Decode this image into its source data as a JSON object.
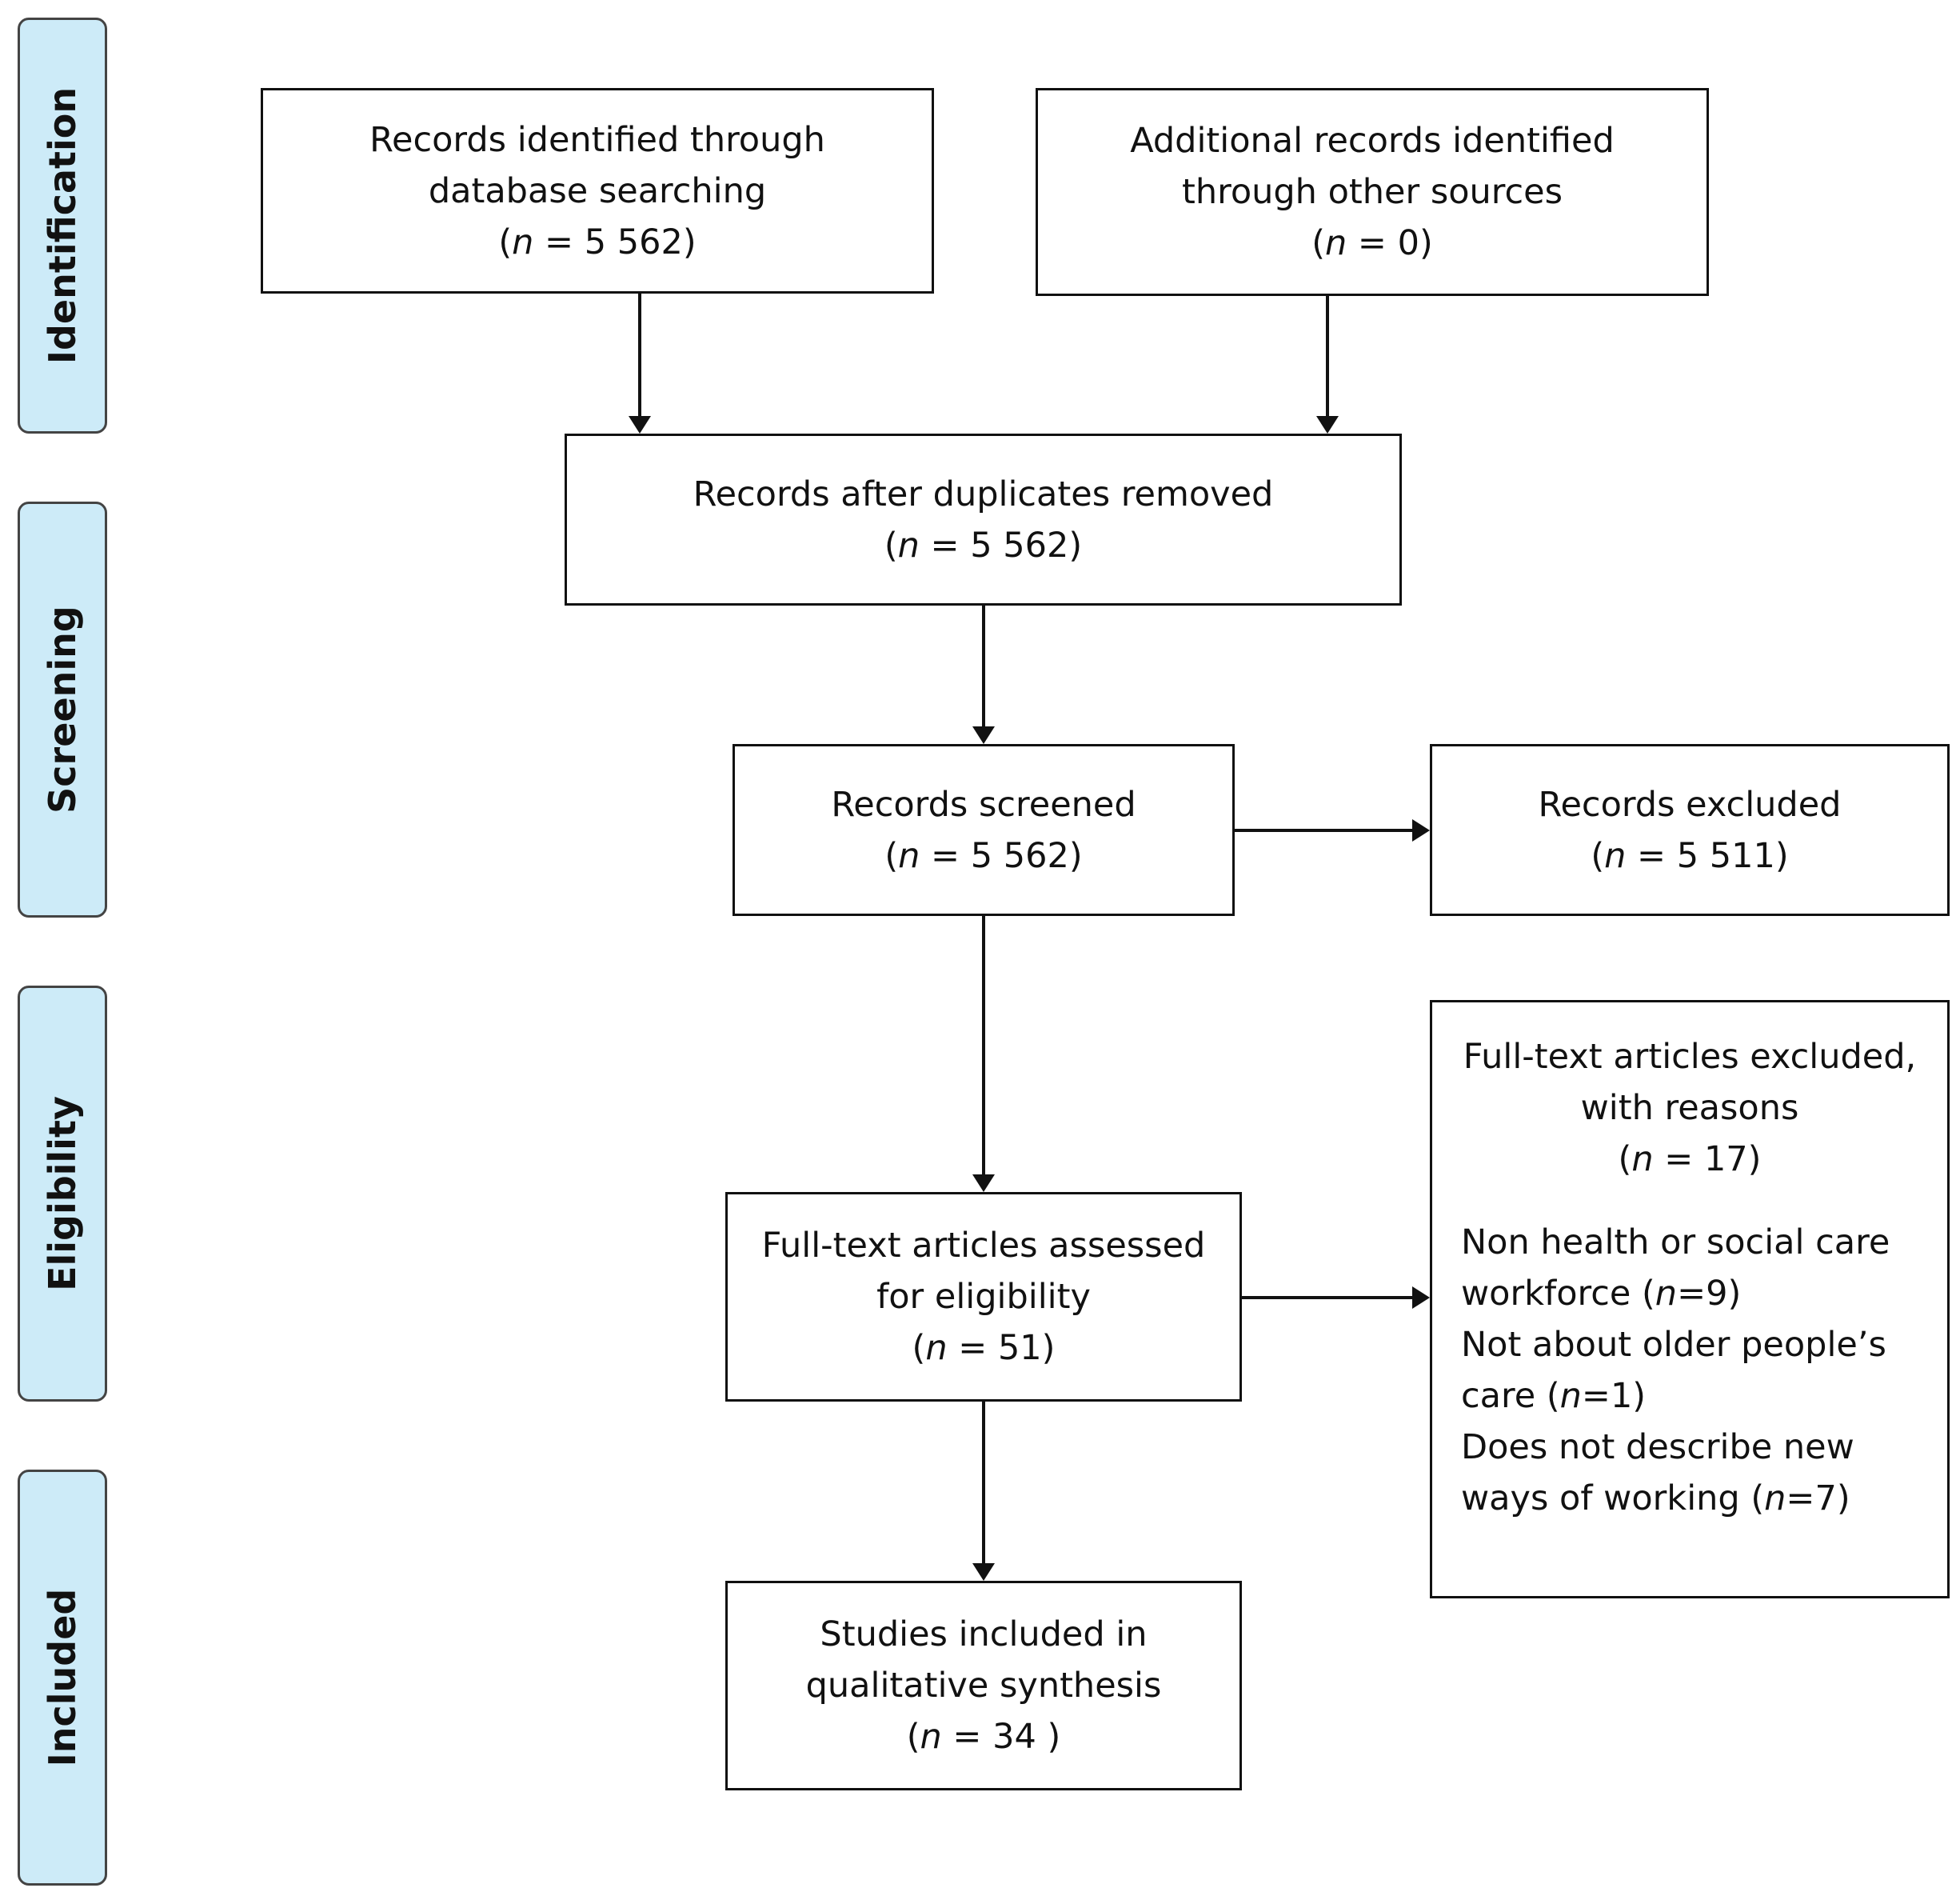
{
  "phases": {
    "identification": "Identification",
    "screening": "Screening",
    "eligibility": "Eligibility",
    "included": "Included"
  },
  "boxes": {
    "database": {
      "line1": "Records identified through",
      "line2": "database searching",
      "count": "5 562"
    },
    "other_sources": {
      "line1": "Additional records identified",
      "line2": "through other sources",
      "count": "0"
    },
    "duplicates_removed": {
      "line1": "Records after duplicates removed",
      "count": "5 562"
    },
    "screened": {
      "line1": "Records screened",
      "count": "5 562"
    },
    "excluded": {
      "line1": "Records excluded",
      "count": "5 511"
    },
    "fulltext_assessed": {
      "line1": "Full-text articles assessed",
      "line2": "for eligibility",
      "count": "51"
    },
    "fulltext_excluded": {
      "line1": "Full-text articles excluded,",
      "line2": "with reasons",
      "count": "17",
      "reasons": [
        {
          "line1": "Non health or social care",
          "line2_text": "workforce",
          "count": "9"
        },
        {
          "line1": "Not about older people’s",
          "line2_text": "care",
          "count": "1"
        },
        {
          "line1": "Does not describe new",
          "line2_text": "ways of working",
          "count": "7"
        }
      ]
    },
    "included": {
      "line1": "Studies included in",
      "line2": "qualitative synthesis",
      "count": "34"
    }
  }
}
